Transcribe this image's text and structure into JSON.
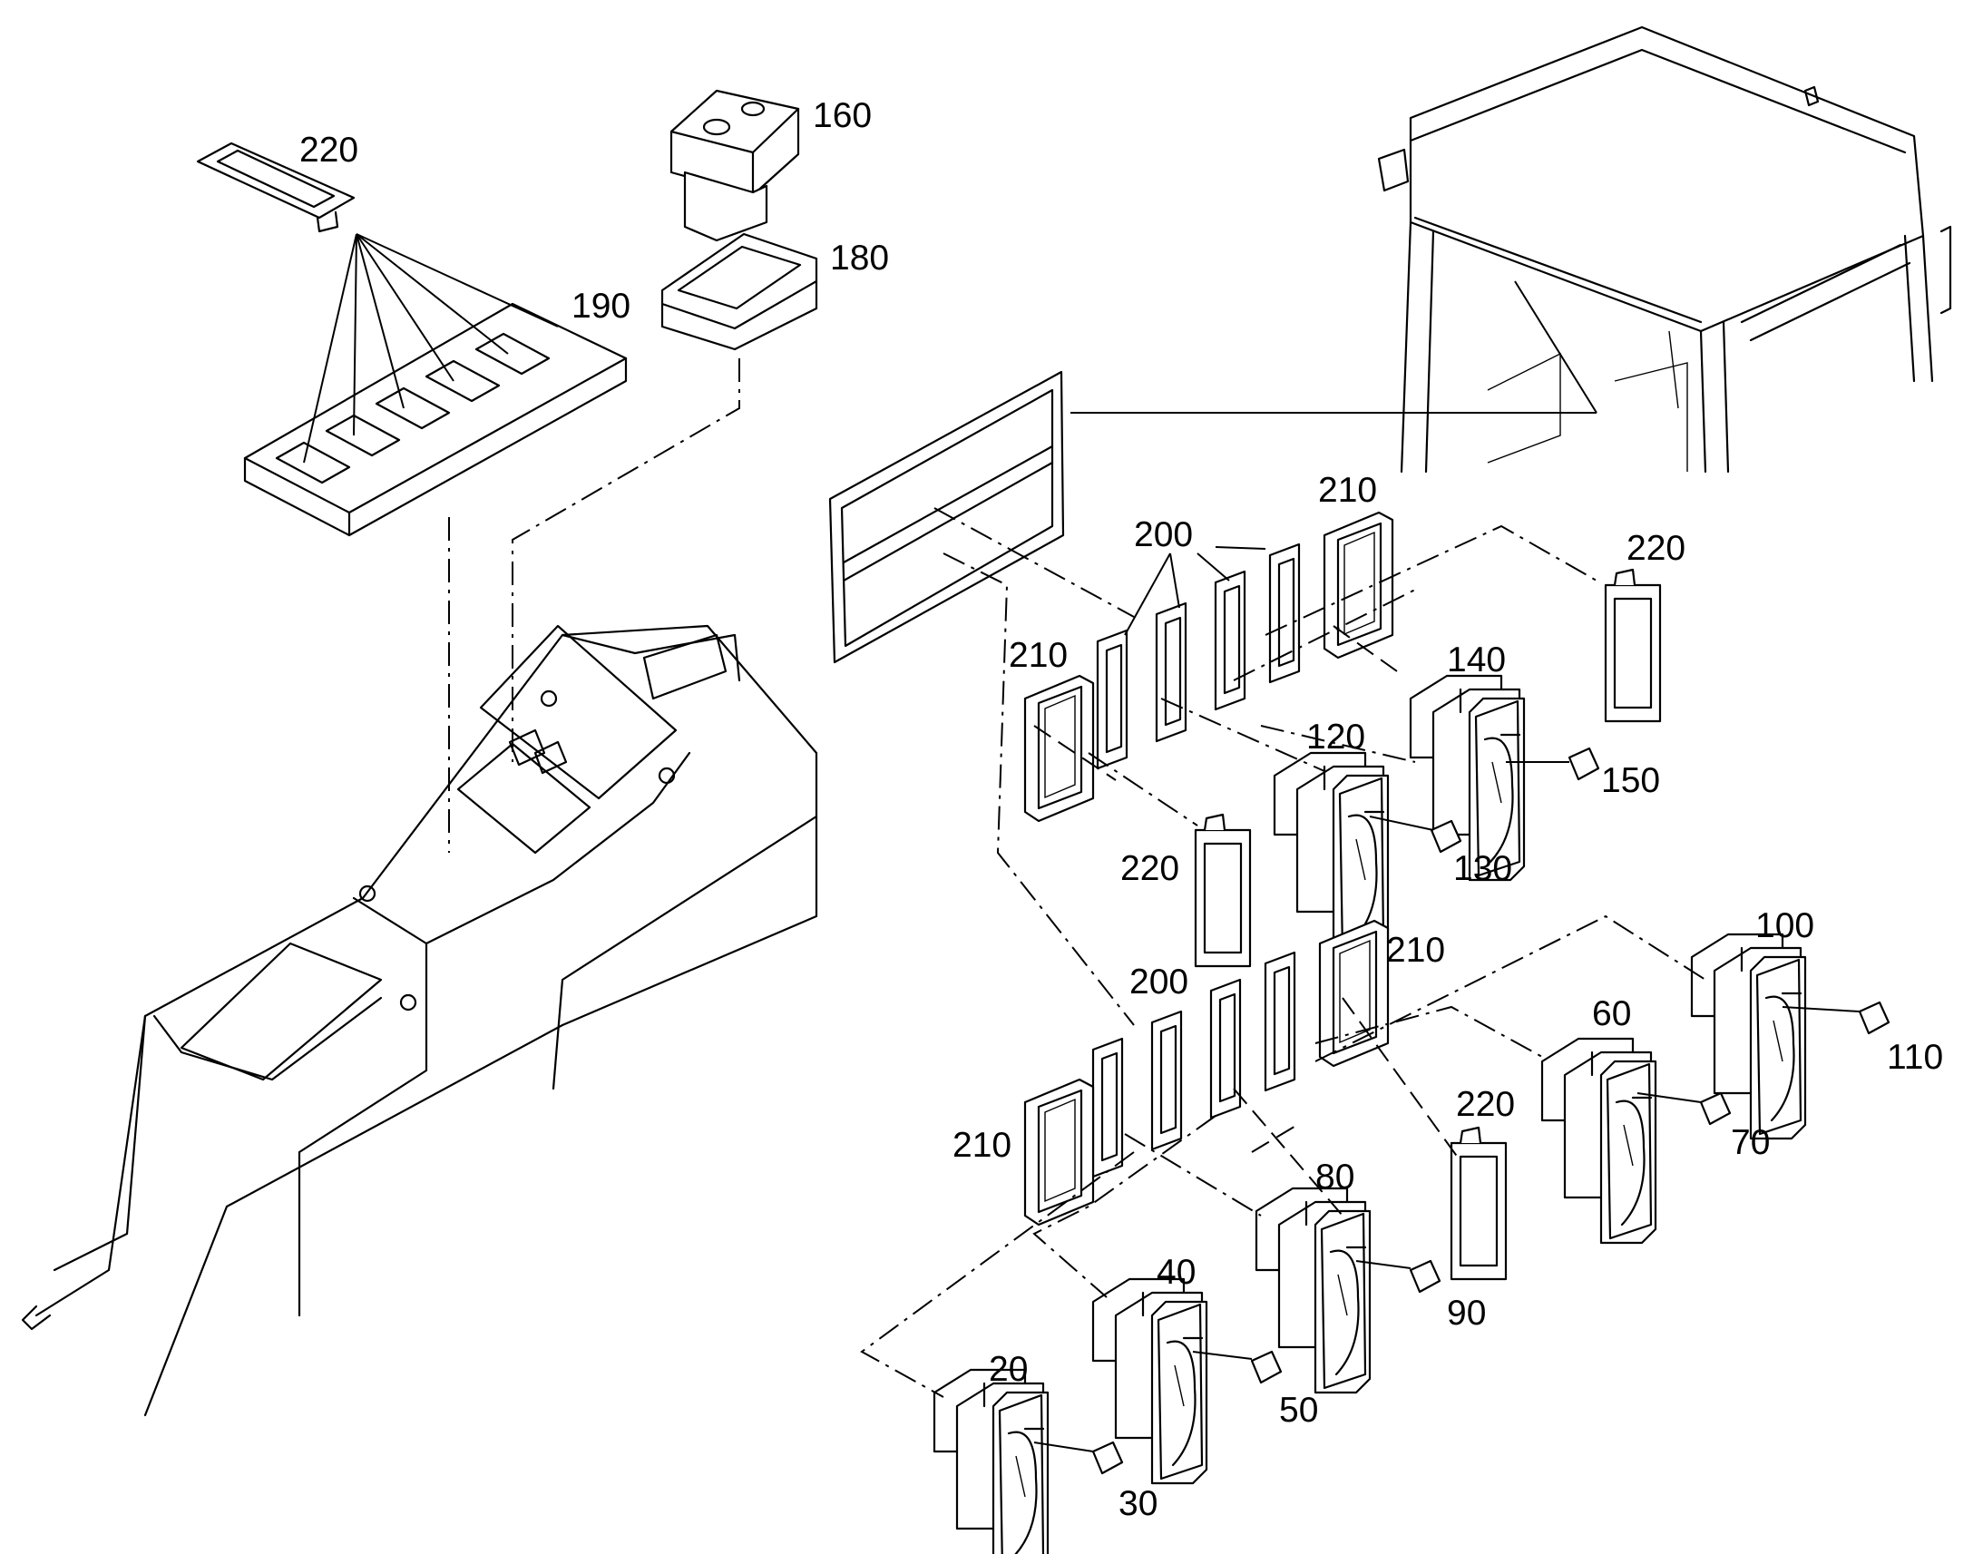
{
  "labels": {
    "p220_tl": "220",
    "p160": "160",
    "p180": "180",
    "p190": "190",
    "p210_a": "210",
    "p200_a": "200",
    "p220_r1": "220",
    "p210_b": "210",
    "p140": "140",
    "p120": "120",
    "p150": "150",
    "p220_m": "220",
    "p130": "130",
    "p100": "100",
    "p210_c": "210",
    "p200_b": "200",
    "p60": "60",
    "p110": "110",
    "p220_r2": "220",
    "p210_d": "210",
    "p70": "70",
    "p80": "80",
    "p40": "40",
    "p90": "90",
    "p20": "20",
    "p50": "50",
    "p30": "30"
  }
}
